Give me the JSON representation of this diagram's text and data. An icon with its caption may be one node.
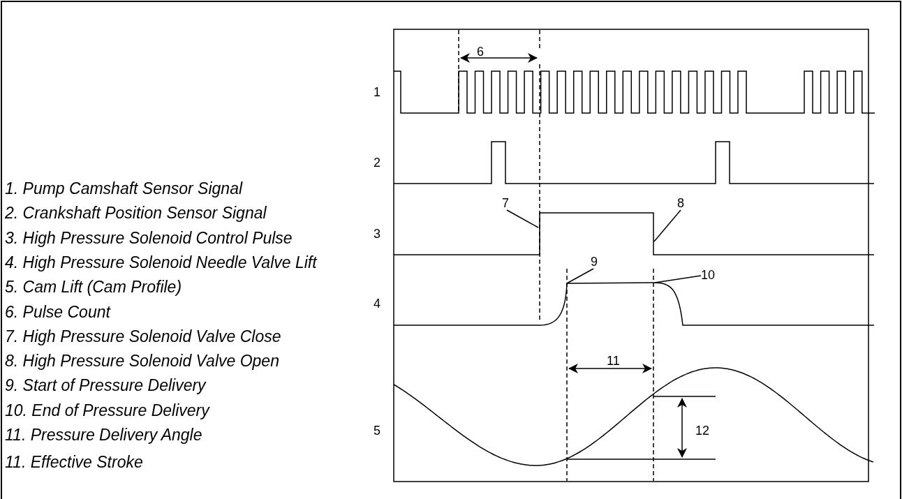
{
  "diagram": {
    "nodes": [
      {
        "text": [
          "7"
        ]
      },
      {
        "text": [
          "8"
        ]
      },
      {
        "text": [
          "9"
        ]
      },
      {
        "text": [
          "10"
        ]
      },
      {
        "text": [],
        "shape": "line"
      },
      {
        "text": [],
        "shape": "line"
      }
    ],
    "edges": [
      {
        "from": 0,
        "to": 4,
        "arrow": "none"
      },
      {
        "from": 1,
        "to": 4,
        "arrow": "none"
      },
      {
        "from": 2,
        "to": 5,
        "arrow": "none"
      },
      {
        "from": 3,
        "to": 5,
        "arrow": "none"
      }
    ],
    "labels": [
      "6",
      "1",
      "2",
      "3",
      "4",
      "11",
      "5",
      "12",
      "1. Pump Camshaft Sensor Signal",
      "2. Crankshaft Position Sensor Signal",
      "3. High Pressure Solenoid Control Pulse",
      "4. High Pressure Solenoid Needle Valve Lift",
      "5. Cam Lift (Cam Profile)",
      "6. Pulse Count",
      "7. High Pressure Solenoid Valve Close",
      "8. High Pressure Solenoid Valve Open",
      "9. Start of Pressure Delivery",
      "10. End of Pressure Delivery",
      "11. Pressure Delivery Angle",
      "11. Effective Stroke"
    ]
  }
}
